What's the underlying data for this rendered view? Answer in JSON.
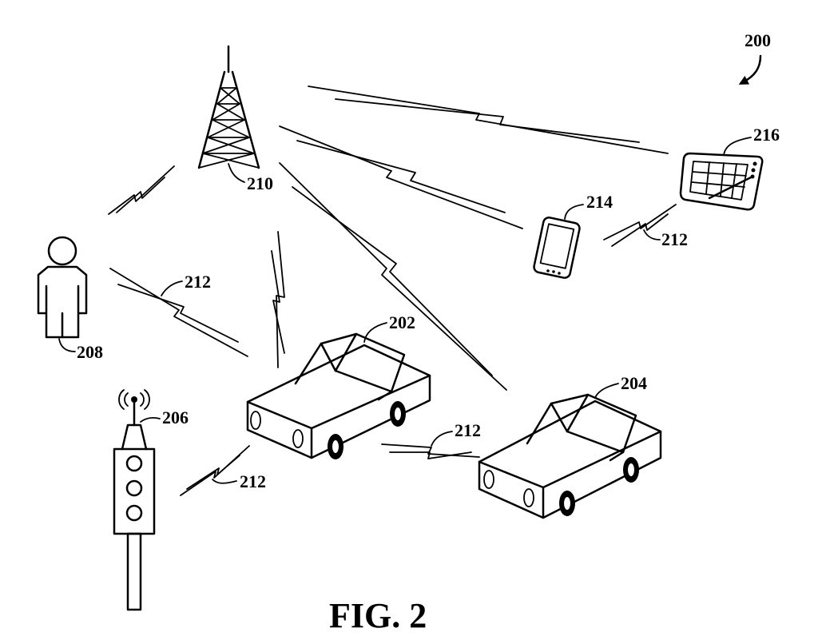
{
  "figure": {
    "caption": "FIG. 2",
    "system_ref": "200"
  },
  "elements": {
    "vehicle_a": {
      "ref": "202",
      "icon": "car-icon"
    },
    "vehicle_b": {
      "ref": "204",
      "icon": "car-icon"
    },
    "traffic_signal": {
      "ref": "206",
      "icon": "traffic-light-icon"
    },
    "pedestrian": {
      "ref": "208",
      "icon": "person-icon"
    },
    "cell_tower": {
      "ref": "210",
      "icon": "cell-tower-icon"
    },
    "wireless_link": {
      "ref": "212",
      "icon": "lightning-link-icon"
    },
    "smartphone": {
      "ref": "214",
      "icon": "smartphone-icon"
    },
    "tablet": {
      "ref": "216",
      "icon": "tablet-icon"
    }
  }
}
